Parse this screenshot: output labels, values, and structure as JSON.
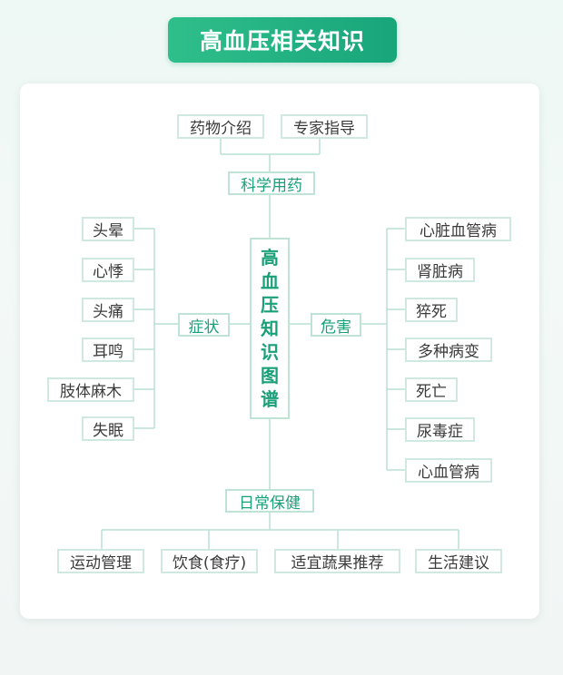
{
  "title": "高血压相关知识",
  "center_chars": [
    "高",
    "血",
    "压",
    "知",
    "识",
    "图",
    "谱"
  ],
  "hubs": {
    "medication": "科学用药",
    "symptoms": "症状",
    "harm": "危害",
    "care": "日常保健"
  },
  "medication_items": [
    "药物介绍",
    "专家指导"
  ],
  "symptom_items": [
    "头晕",
    "心悸",
    "头痛",
    "耳鸣",
    "肢体麻木",
    "失眠"
  ],
  "harm_items": [
    "心脏血管病",
    "肾脏病",
    "猝死",
    "多种病变",
    "死亡",
    "尿毒症",
    "心血管病"
  ],
  "care_items": [
    "运动管理",
    "饮食(食疗)",
    "适宜蔬果推荐",
    "生活建议"
  ],
  "colors": {
    "accent": "#1aa078",
    "line": "#b9e0d2",
    "node_border": "#cfe9e0"
  }
}
